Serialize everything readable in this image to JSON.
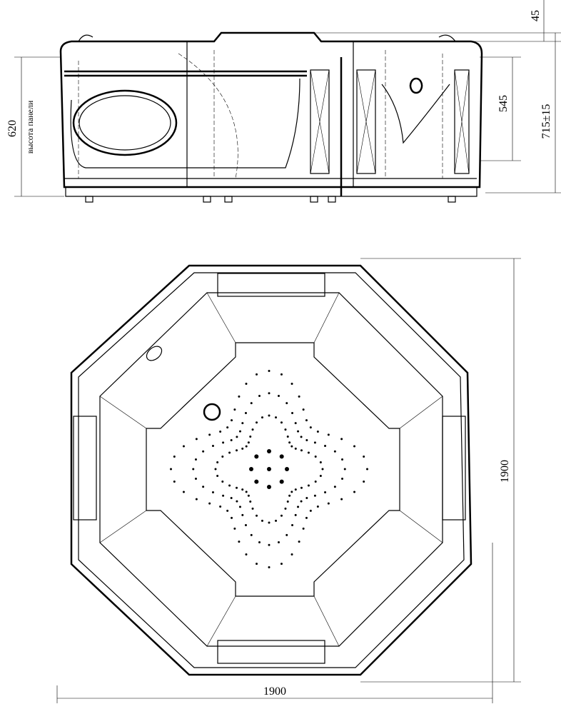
{
  "side_view": {
    "dim_top": "45",
    "dim_inner_height": "545",
    "dim_total_height": "715±15",
    "dim_panel_height": "620",
    "panel_height_label": "высота панели"
  },
  "plan_view": {
    "dim_depth": "1900",
    "dim_width": "1900"
  }
}
